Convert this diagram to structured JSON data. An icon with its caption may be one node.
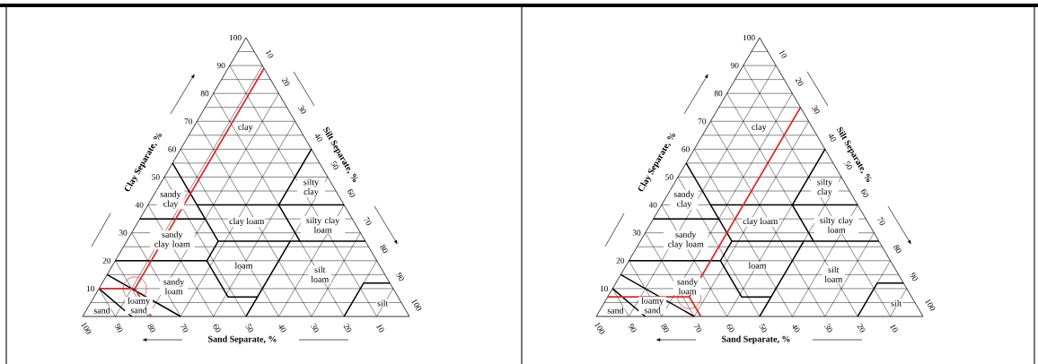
{
  "diagram": {
    "labels": [
      "100",
      "90",
      "80",
      "70",
      "60",
      "50",
      "40",
      "30",
      "20",
      "10",
      "10",
      "20",
      "30",
      "40",
      "50",
      "60",
      "70",
      "80",
      "90",
      "100",
      "100",
      "90",
      "80",
      "70",
      "60",
      "50",
      "40",
      "30",
      "20",
      "10",
      "Clay Separate, %",
      "Silt Separate, %",
      "Sand Separate, %",
      "clay",
      "sandy clay",
      "silty clay",
      "clay loam",
      "silty clay loam",
      "sandy clay loam",
      "loam",
      "sandy loam",
      "silt loam",
      "silt",
      "loamy sand",
      "sand",
      "100",
      "90",
      "80",
      "70",
      "60",
      "50",
      "40",
      "30",
      "20",
      "10",
      "10",
      "20",
      "30",
      "40",
      "50",
      "60",
      "70",
      "80",
      "90",
      "100",
      "100",
      "90",
      "80",
      "70",
      "60",
      "50",
      "40",
      "30",
      "20",
      "10",
      "Clay Separate, %",
      "Silt Separate, %",
      "Sand Separate, %",
      "clay",
      "sandy clay",
      "silty clay",
      "clay loam",
      "silty clay loam",
      "sandy clay loam",
      "loam",
      "sandy loam",
      "silt loam",
      "silt",
      "loamy sand",
      "sand"
    ]
  }
}
